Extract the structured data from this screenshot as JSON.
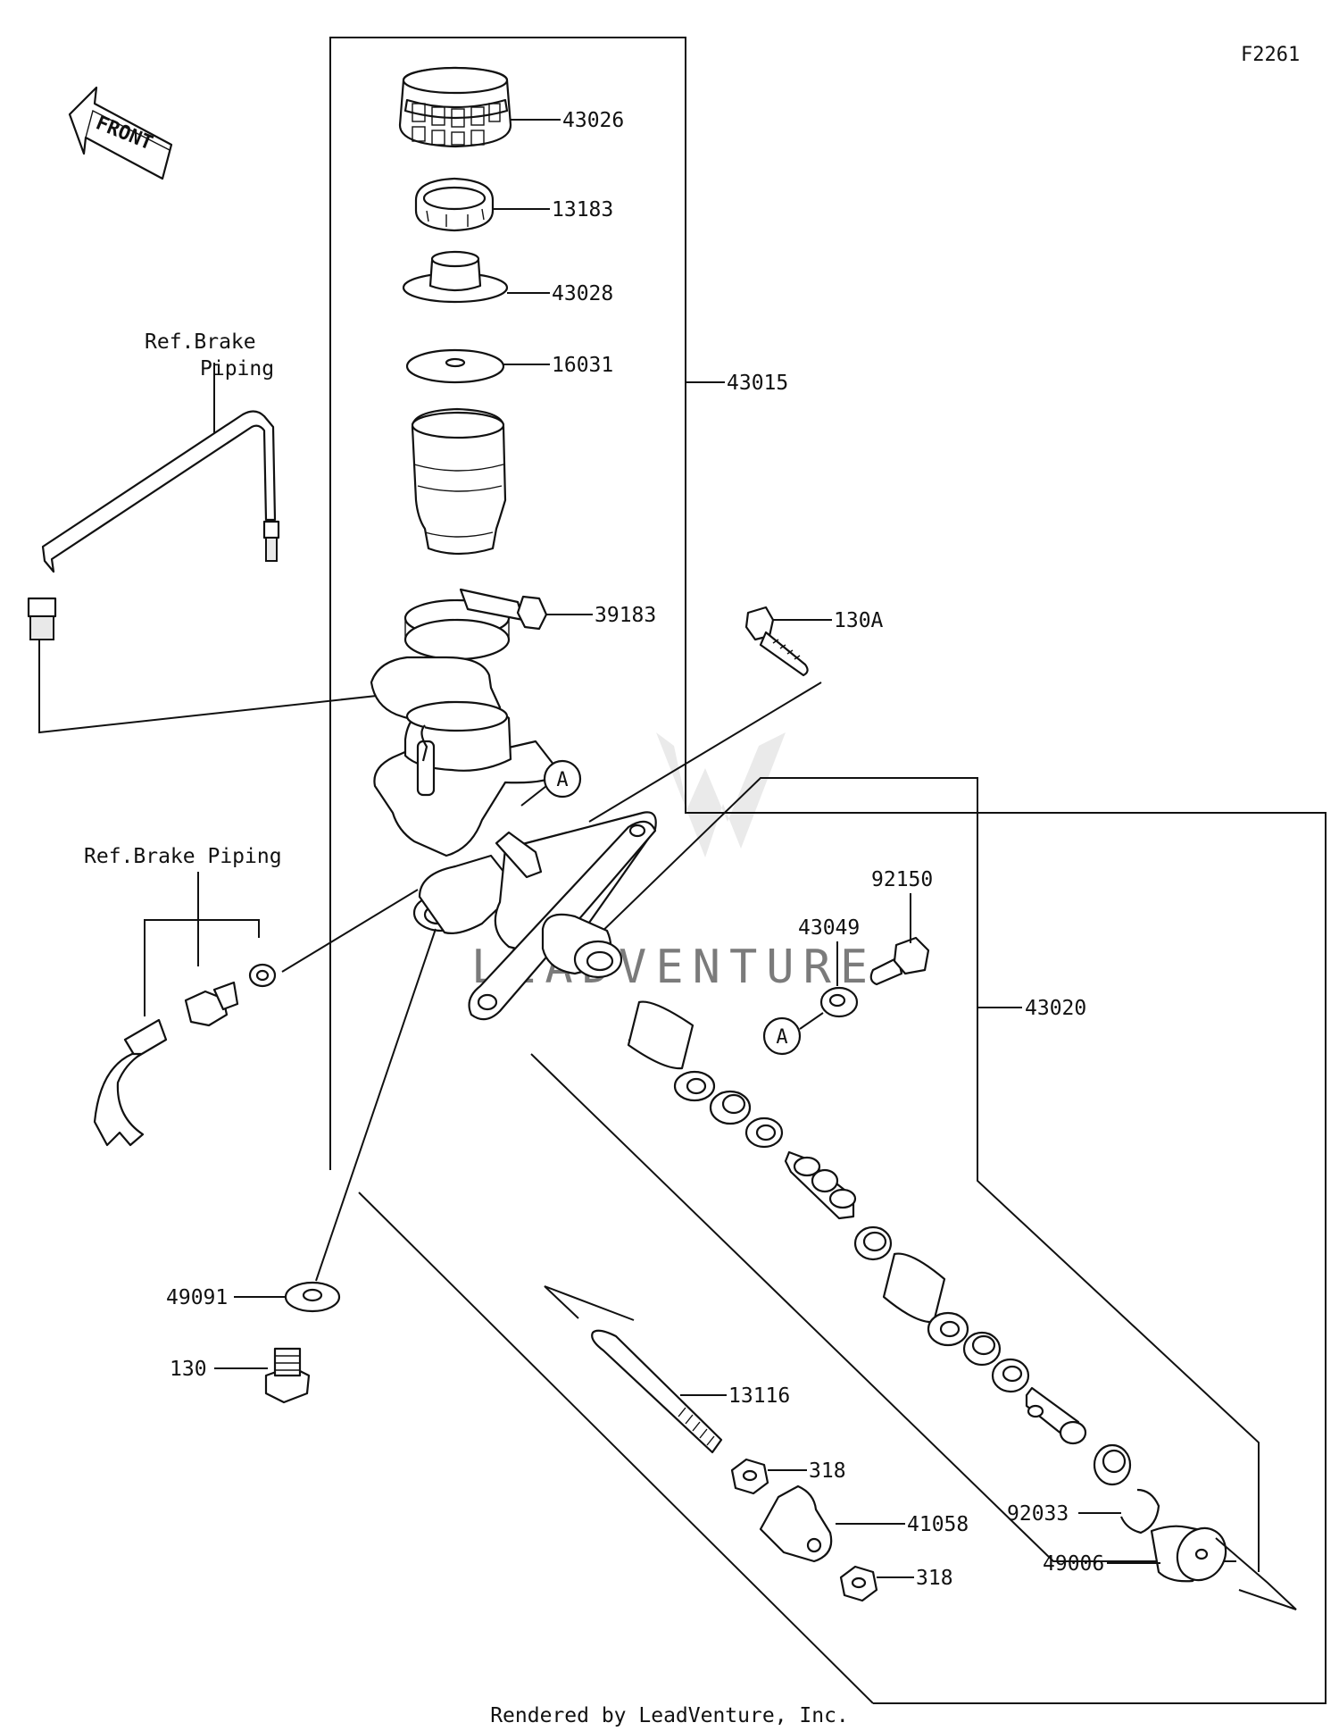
{
  "diagram_code": "F2261",
  "front_label": "FRONT",
  "ref_brake_piping_top": [
    "Ref.Brake",
    "Piping"
  ],
  "ref_brake_piping_left": "Ref.Brake Piping",
  "marker_a": "A",
  "watermark": "LEADVENTURE",
  "footer": "Rendered by LeadVenture, Inc.",
  "parts": {
    "p43026": "43026",
    "p13183": "13183",
    "p43028": "43028",
    "p16031": "16031",
    "p43015": "43015",
    "p39183": "39183",
    "p130A": "130A",
    "p92150": "92150",
    "p43049": "43049",
    "p43020": "43020",
    "p49091": "49091",
    "p130": "130",
    "p13116": "13116",
    "p318a": "318",
    "p41058": "41058",
    "p318b": "318",
    "p92033": "92033",
    "p49006": "49006"
  }
}
